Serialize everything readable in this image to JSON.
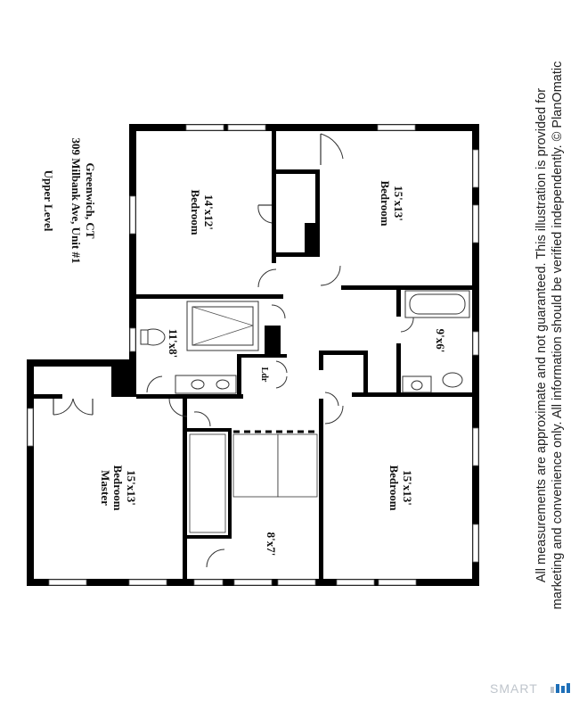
{
  "title": {
    "line1": "Upper Level",
    "line2": "309 Milbank Ave, Unit #1",
    "line3": "Greenwich, CT"
  },
  "rooms": {
    "bedroom_top_left": {
      "name": "Bedroom",
      "size": "14'x12'"
    },
    "bedroom_top_right": {
      "name": "Bedroom",
      "size": "15'x13'"
    },
    "bath_main": {
      "size": "11'x8'"
    },
    "bath_second": {
      "size": "9'x6'"
    },
    "laundry": {
      "name": "Ldr"
    },
    "master_bedroom": {
      "name1": "Master",
      "name2": "Bedroom",
      "size": "15'x13'"
    },
    "bedroom_bottom_right": {
      "name": "Bedroom",
      "size": "15'x13'"
    },
    "landing": {
      "size": "8'x7'"
    }
  },
  "disclaimer": {
    "line1": "All measurements are approximate and not guaranteed. This illustration is provided for",
    "line2": "marketing and convenience only. All information should be verified independently. © PlanOmatic"
  },
  "logo": {
    "text": "SMART"
  },
  "colors": {
    "wall": "#000000",
    "logo": "#bfc5cc",
    "logo_accent": "#1e6fb8"
  }
}
